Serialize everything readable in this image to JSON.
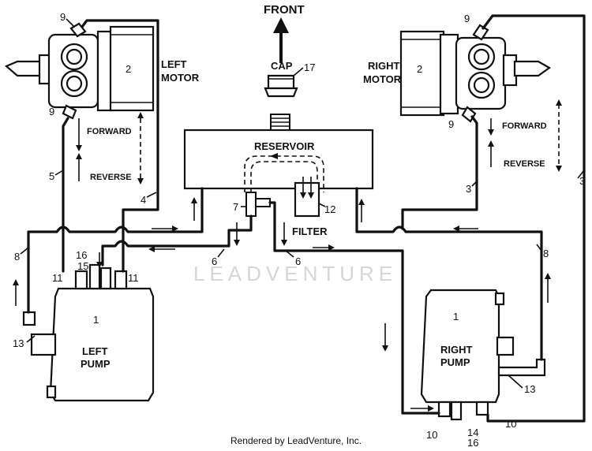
{
  "labels": {
    "front": "FRONT",
    "cap": "CAP",
    "left_motor_1": "LEFT",
    "left_motor_2": "MOTOR",
    "right_motor_1": "RIGHT",
    "right_motor_2": "MOTOR",
    "reservoir": "RESERVOIR",
    "filter": "FILTER",
    "forward": "FORWARD",
    "reverse": "REVERSE",
    "left_pump_1": "LEFT",
    "left_pump_2": "PUMP",
    "right_pump_1": "RIGHT",
    "right_pump_2": "PUMP"
  },
  "callouts": {
    "n1": "1",
    "n2": "2",
    "n3": "3",
    "n4": "4",
    "n5": "5",
    "n6": "6",
    "n7": "7",
    "n8": "8",
    "n9": "9",
    "n10": "10",
    "n11": "11",
    "n12": "12",
    "n13": "13",
    "n14": "14",
    "n15": "15",
    "n16": "16",
    "n17": "17"
  },
  "watermark": "LEADVENTURE",
  "footer": "Rendered by LeadVenture, Inc."
}
